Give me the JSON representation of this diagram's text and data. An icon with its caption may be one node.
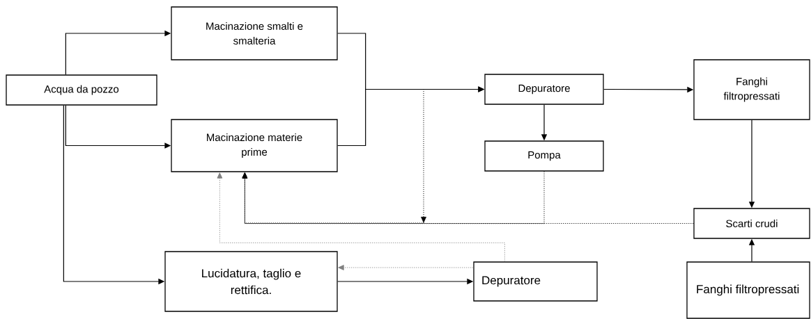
{
  "diagram": {
    "nodes": [
      {
        "text": [
          "Acqua da pozzo"
        ]
      },
      {
        "text": [
          "Macinazione smalti e smalteria"
        ]
      },
      {
        "text": [
          "Macinazione materie prime"
        ]
      },
      {
        "text": [
          "Depuratore"
        ]
      },
      {
        "text": [
          "Fanghi filtropressati"
        ]
      },
      {
        "text": [
          "Pompa"
        ]
      },
      {
        "text": [
          "Scarti crudi"
        ]
      },
      {
        "text": [
          "Lucidatura, taglio e rettifica."
        ]
      },
      {
        "text": [
          "Depuratore"
        ]
      },
      {
        "text": [
          "Fanghi filtropressati"
        ]
      }
    ],
    "edges": [
      {
        "from": 0,
        "to": 1,
        "arrow": "to"
      },
      {
        "from": 0,
        "to": 2,
        "arrow": "to"
      },
      {
        "from": 0,
        "to": 7,
        "arrow": "to"
      },
      {
        "from": 1,
        "to": 3,
        "arrow": "to"
      },
      {
        "from": 2,
        "to": 3,
        "arrow": "to"
      },
      {
        "from": null,
        "to": 2,
        "arrow": "to",
        "style": "dashed"
      },
      {
        "from": 5,
        "to": 2,
        "arrow": "to",
        "style": "dashed"
      },
      {
        "from": 6,
        "to": 2,
        "arrow": "to",
        "style": "dashed"
      },
      {
        "from": 3,
        "to": 4,
        "arrow": "to"
      },
      {
        "from": 3,
        "to": 5,
        "arrow": "to"
      },
      {
        "from": 4,
        "to": 6,
        "arrow": "to"
      },
      {
        "from": 9,
        "to": 6,
        "arrow": "to"
      },
      {
        "from": 7,
        "to": 8,
        "arrow": "to"
      },
      {
        "from": 8,
        "to": 7,
        "arrow": "to",
        "style": "dashed",
        "color": "#808080"
      },
      {
        "from": 8,
        "to": 2,
        "arrow": "to",
        "style": "dashed",
        "color": "#808080"
      }
    ]
  }
}
